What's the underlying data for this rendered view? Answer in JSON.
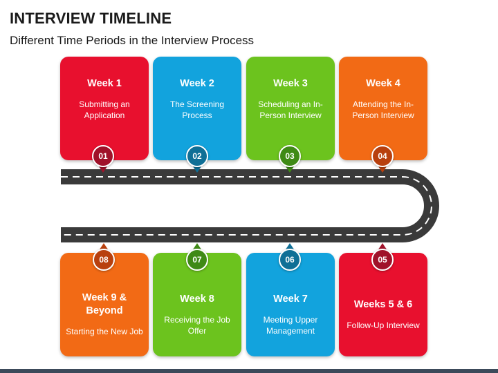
{
  "title": "INTERVIEW TIMELINE",
  "subtitle": "Different Time Periods in the Interview Process",
  "steps": [
    {
      "number": "01",
      "week": "Week 1",
      "desc": "Submitting an Application",
      "color": "#e8102e"
    },
    {
      "number": "02",
      "week": "Week 2",
      "desc": "The Screening Process",
      "color": "#12a3dd"
    },
    {
      "number": "03",
      "week": "Week 3",
      "desc": "Scheduling an In-Person Interview",
      "color": "#6cc31e"
    },
    {
      "number": "04",
      "week": "Week 4",
      "desc": "Attending the In-Person Interview",
      "color": "#f26a15"
    },
    {
      "number": "05",
      "week": "Weeks 5 & 6",
      "desc": "Follow-Up Interview",
      "color": "#e8102e"
    },
    {
      "number": "06",
      "week": "Week 7",
      "desc": "Meeting Upper Management",
      "color": "#12a3dd"
    },
    {
      "number": "07",
      "week": "Week 8",
      "desc": "Receiving the Job Offer",
      "color": "#6cc31e"
    },
    {
      "number": "08",
      "week": "Week 9 & Beyond",
      "desc": "Starting the New Job",
      "color": "#f26a15"
    }
  ],
  "colors": {
    "road": "#3a3a3a",
    "road_dash": "#ffffff",
    "pin_red": "#a0122a",
    "pin_blue": "#0f6f96",
    "pin_green": "#3f8a16",
    "pin_orange": "#b8400e",
    "footer": "#3c4a5a"
  }
}
